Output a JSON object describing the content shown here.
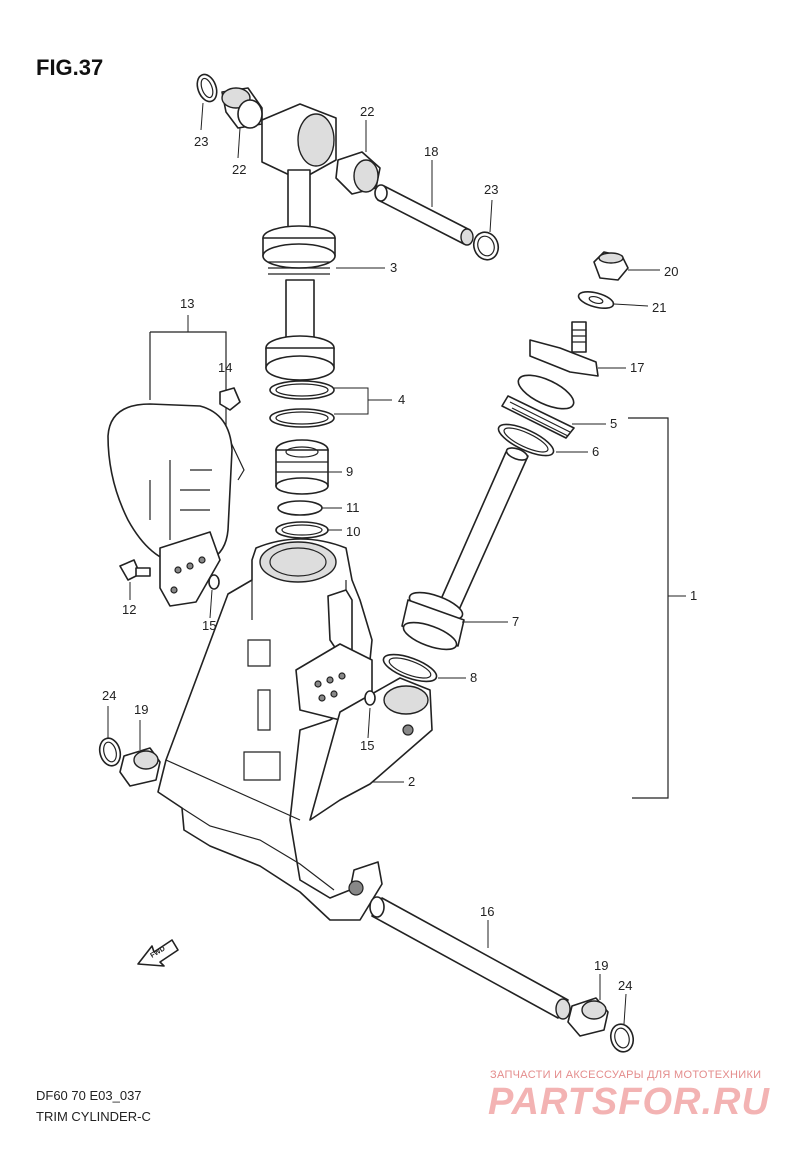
{
  "figure": {
    "title": "FIG.37",
    "code": "DF60 70 E03_037",
    "name": "TRIM CYLINDER-C"
  },
  "callouts": [
    {
      "id": "c23a",
      "text": "23"
    },
    {
      "id": "c22a",
      "text": "22"
    },
    {
      "id": "c22b",
      "text": "22"
    },
    {
      "id": "c18",
      "text": "18"
    },
    {
      "id": "c23b",
      "text": "23"
    },
    {
      "id": "c3",
      "text": "3"
    },
    {
      "id": "c20",
      "text": "20"
    },
    {
      "id": "c21",
      "text": "21"
    },
    {
      "id": "c13",
      "text": "13"
    },
    {
      "id": "c14",
      "text": "14"
    },
    {
      "id": "c4",
      "text": "4"
    },
    {
      "id": "c17",
      "text": "17"
    },
    {
      "id": "c5",
      "text": "5"
    },
    {
      "id": "c6",
      "text": "6"
    },
    {
      "id": "c9",
      "text": "9"
    },
    {
      "id": "c11",
      "text": "11"
    },
    {
      "id": "c10",
      "text": "10"
    },
    {
      "id": "c12",
      "text": "12"
    },
    {
      "id": "c15a",
      "text": "15"
    },
    {
      "id": "c1",
      "text": "1"
    },
    {
      "id": "c7",
      "text": "7"
    },
    {
      "id": "c8",
      "text": "8"
    },
    {
      "id": "c24a",
      "text": "24"
    },
    {
      "id": "c19a",
      "text": "19"
    },
    {
      "id": "c15b",
      "text": "15"
    },
    {
      "id": "c2",
      "text": "2"
    },
    {
      "id": "c16",
      "text": "16"
    },
    {
      "id": "c19b",
      "text": "19"
    },
    {
      "id": "c24b",
      "text": "24"
    }
  ],
  "fwd_marker": "FWD",
  "watermark": {
    "tagline": "ЗАПЧАСТИ И АКСЕССУАРЫ ДЛЯ МОТОТЕХНИКИ",
    "brand": "PARTSFOR.RU"
  }
}
